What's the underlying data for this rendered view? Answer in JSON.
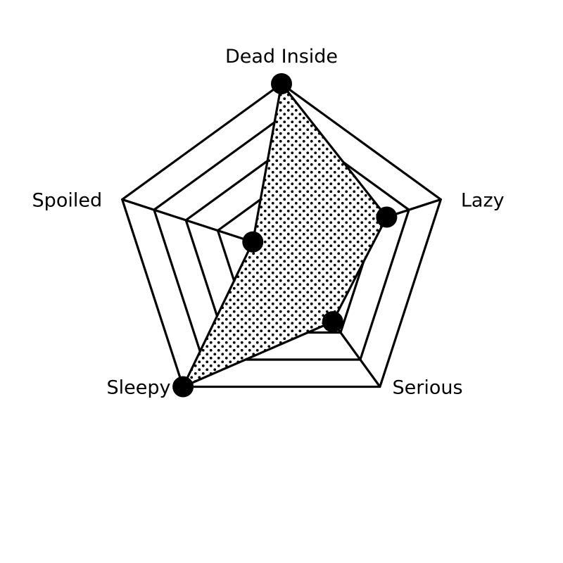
{
  "chart_data": {
    "type": "radar",
    "axes": [
      "Dead Inside",
      "Lazy",
      "Serious",
      "Sleepy",
      "Spoiled"
    ],
    "values": [
      5,
      3.3,
      2.6,
      5,
      0.9
    ],
    "range": [
      0,
      5
    ],
    "grid_levels": [
      1,
      2,
      3,
      4,
      5
    ],
    "fill_pattern": "dots",
    "colors": {
      "stroke": "#000000",
      "background": "#ffffff"
    }
  }
}
